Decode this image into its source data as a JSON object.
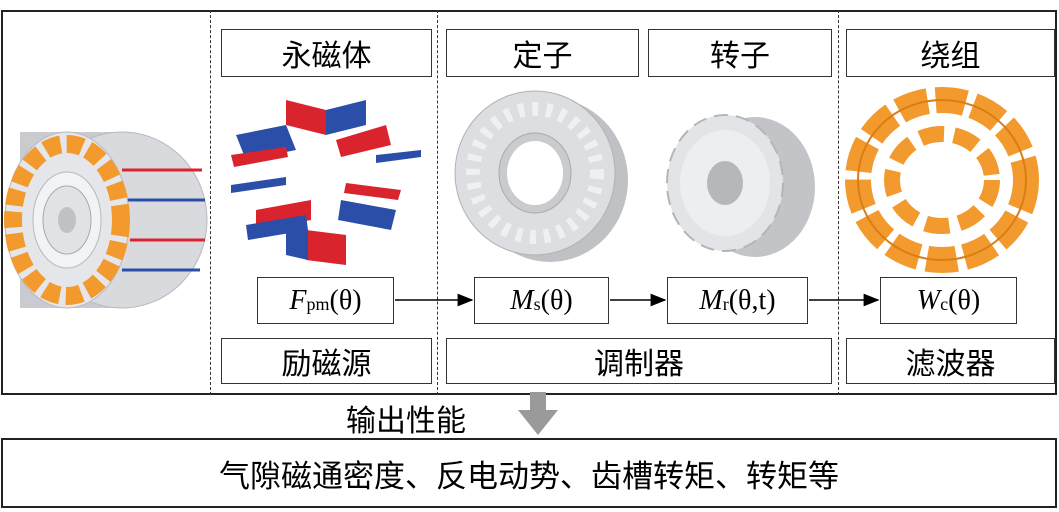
{
  "sections": {
    "permanent_magnet": "永磁体",
    "stator": "定子",
    "rotor": "转子",
    "winding": "绕组"
  },
  "formulas": {
    "fpm": {
      "symbol": "F",
      "sub": "pm",
      "arg": "(θ)"
    },
    "ms": {
      "symbol": "M",
      "sub": "s",
      "arg": "(θ)"
    },
    "mr": {
      "symbol": "M",
      "sub": "r",
      "arg": "(θ,t)"
    },
    "wc": {
      "symbol": "W",
      "sub": "c",
      "arg": "(θ)"
    }
  },
  "roles": {
    "excitation_source": "励磁源",
    "modulator": "调制器",
    "filter": "滤波器"
  },
  "output": {
    "label": "输出性能",
    "items": "气隙磁通密度、反电动势、齿槽转矩、转矩等"
  },
  "colors": {
    "magnet_red": "#d9232d",
    "magnet_blue": "#2b4fa8",
    "winding_orange": "#f29a2e",
    "steel_gray": "#d4d6da",
    "arrow_gray": "#9a9a9a"
  }
}
